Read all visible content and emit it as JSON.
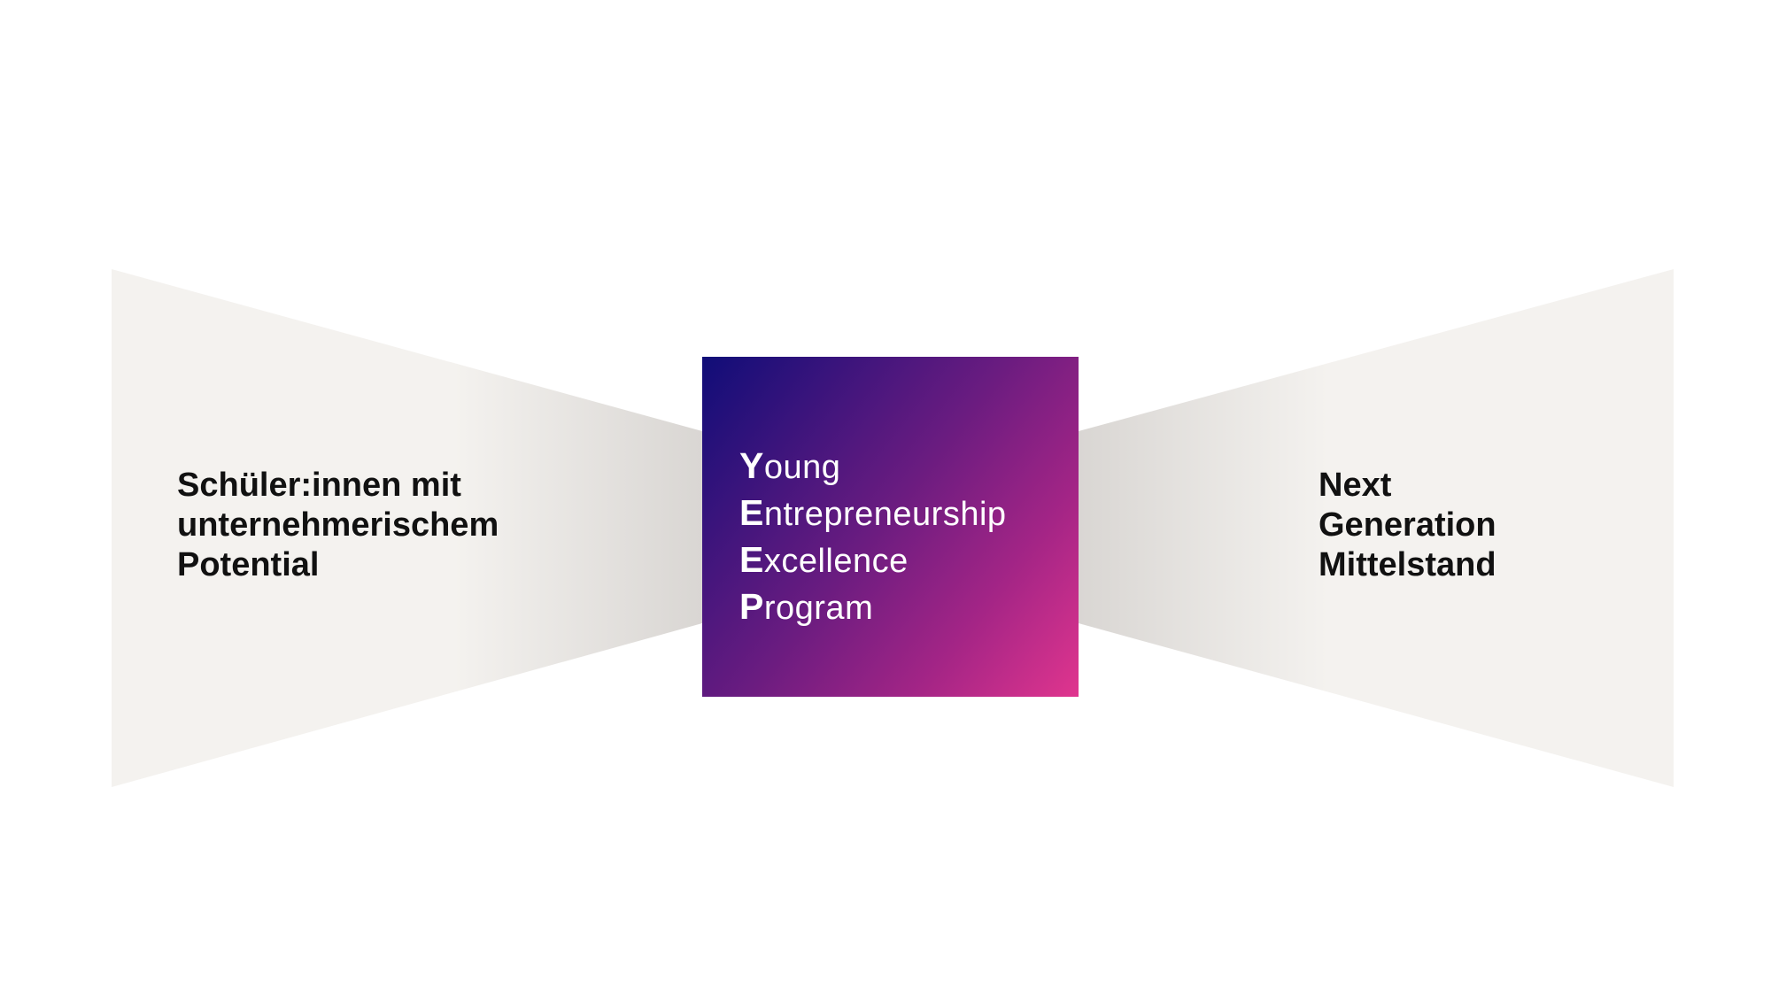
{
  "left_funnel": {
    "label_lines": [
      "Schüler:innen mit",
      "unternehmerischem",
      "Potential"
    ]
  },
  "center": {
    "lines": [
      {
        "letter": "Y",
        "rest": "oung"
      },
      {
        "letter": "E",
        "rest": "ntrepreneurship"
      },
      {
        "letter": "E",
        "rest": "xcellence"
      },
      {
        "letter": "P",
        "rest": "rogram"
      }
    ],
    "gradient_colors": [
      "#100d78",
      "#6b1c80",
      "#e0358e"
    ]
  },
  "right_funnel": {
    "label_lines": [
      "Next",
      "Generation",
      "Mittelstand"
    ]
  },
  "colors": {
    "funnel_fill": "#f4f2ef",
    "funnel_shadow": "#d9d6d3",
    "label_text": "#111111",
    "center_text": "#ffffff"
  }
}
